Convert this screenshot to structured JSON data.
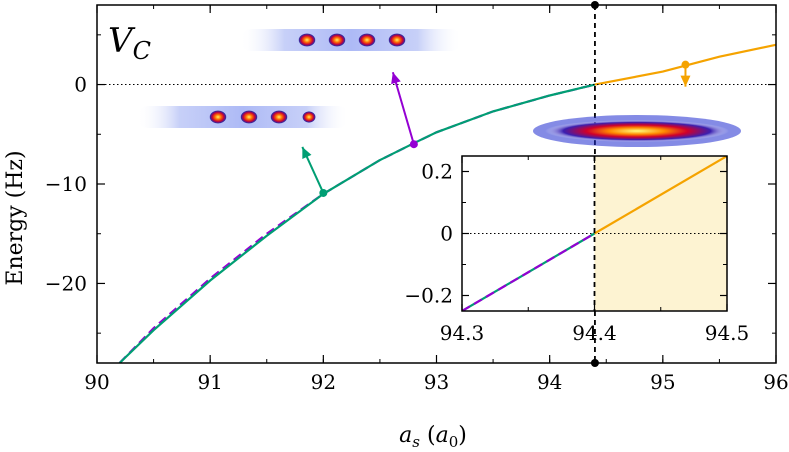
{
  "chart_data": {
    "type": "line",
    "label": "V",
    "label_subscript": "C",
    "xlabel_main": "a",
    "xlabel_sub": "s",
    "xlabel_unit_main": "a",
    "xlabel_unit_sub": "0",
    "ylabel": "Energy (Hz)",
    "xlim": [
      90,
      96
    ],
    "ylim": [
      -28,
      8
    ],
    "x_ticks": [
      "90",
      "91",
      "92",
      "93",
      "94",
      "95",
      "96"
    ],
    "y_ticks": [
      "0",
      "−10",
      "−20"
    ],
    "y_tick_values": [
      0,
      -10,
      -20
    ],
    "threshold_x": 94.4,
    "series": [
      {
        "color": "#9400d3",
        "style": "dashed",
        "x": [
          90.2,
          90.5,
          91,
          91.5,
          92,
          92.5,
          92.8,
          93,
          93.5,
          94,
          94.4
        ],
        "y": [
          -28,
          -24.5,
          -19.5,
          -15,
          -11,
          -7.6,
          -5.9,
          -4.8,
          -2.7,
          -1.1,
          0
        ]
      },
      {
        "color": "#009e73",
        "style": "solid",
        "x": [
          90.2,
          90.5,
          91,
          91.5,
          92,
          92.5,
          92.8,
          93,
          93.5,
          94,
          94.4
        ],
        "y": [
          -28,
          -24.7,
          -19.7,
          -15.2,
          -11,
          -7.6,
          -5.9,
          -4.8,
          -2.7,
          -1.1,
          0
        ]
      },
      {
        "color": "#f5a300",
        "style": "solid",
        "x": [
          94.4,
          95,
          95.5,
          96
        ],
        "y": [
          0,
          1.3,
          2.8,
          4
        ]
      }
    ],
    "markers": [
      {
        "x": 92.0,
        "y": -10.9,
        "color": "#009e73",
        "arrow": "up-left"
      },
      {
        "x": 92.8,
        "y": -6.0,
        "color": "#9400d3",
        "arrow": "up-left"
      },
      {
        "x": 95.2,
        "y": 2.0,
        "color": "#f5a300",
        "arrow": "down"
      }
    ],
    "inset": {
      "xlim": [
        94.3,
        94.5
      ],
      "ylim": [
        -0.25,
        0.25
      ],
      "x_ticks": [
        "94.3",
        "94.4",
        "94.5"
      ],
      "y_ticks": [
        "0.2",
        "0",
        "−0.2"
      ],
      "y_tick_values": [
        0.2,
        0,
        -0.2
      ],
      "shade_from": 94.4,
      "shade_color": "#fdf3d2",
      "lower": {
        "x": [
          94.3,
          94.4
        ],
        "y": [
          -0.25,
          0
        ]
      },
      "upper": {
        "x": [
          94.4,
          94.5
        ],
        "y": [
          0,
          0.25
        ]
      }
    }
  }
}
